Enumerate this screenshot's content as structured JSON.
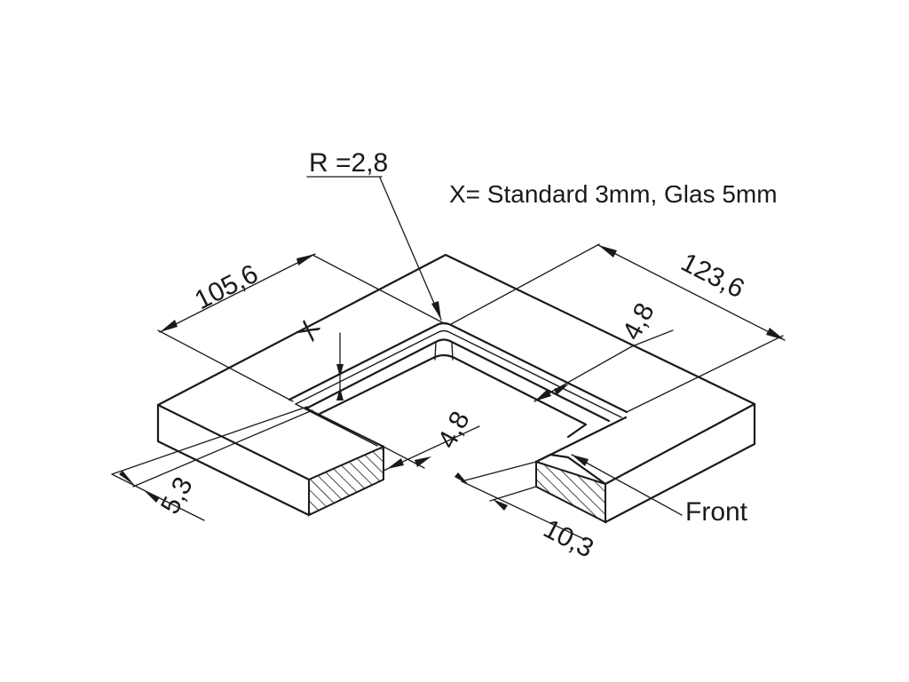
{
  "note": "X= Standard 3mm, Glas 5mm",
  "labels": {
    "radius": "R =2,8",
    "length_left": "105,6",
    "length_right": "123,6",
    "inner_width_right": "4,8",
    "inner_width_center": "4,8",
    "depth_x": "X",
    "thickness_left": "5,3",
    "height_front": "10,3",
    "front": "Front"
  }
}
